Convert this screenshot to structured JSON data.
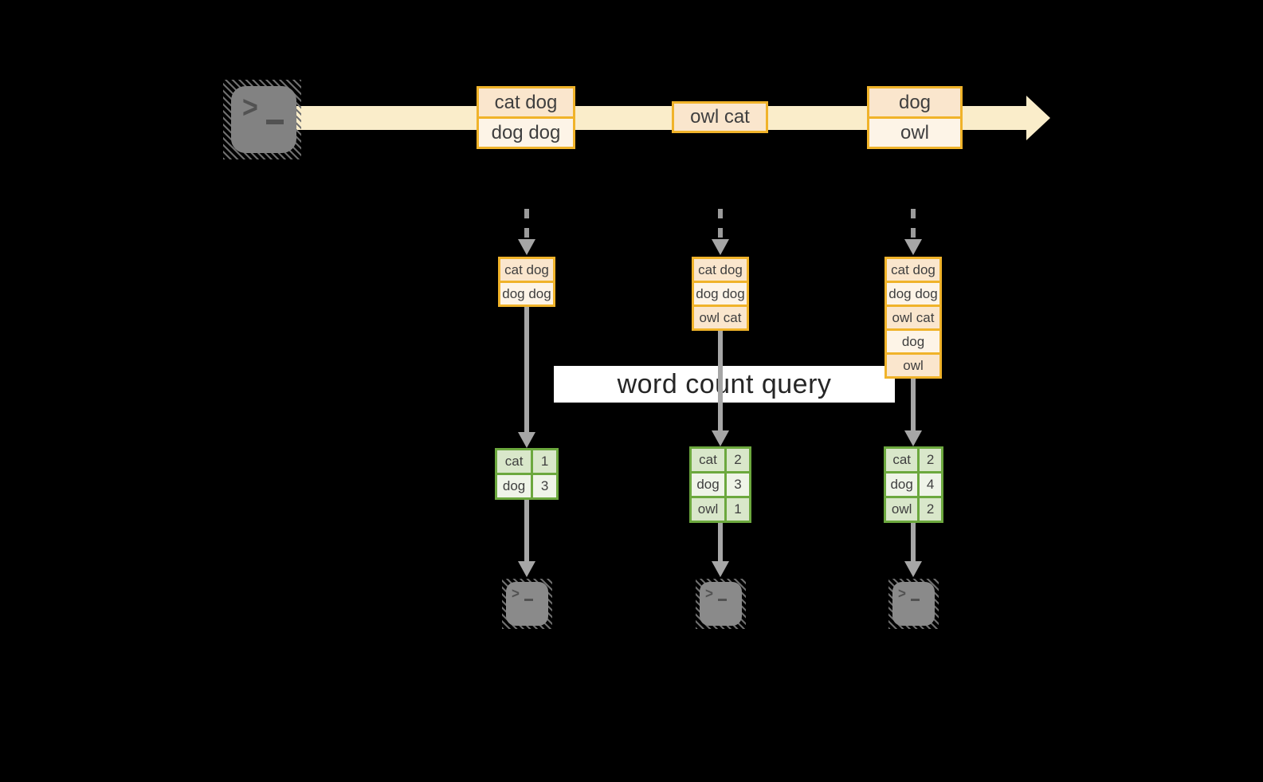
{
  "label": {
    "text": "word count query"
  },
  "stream": {
    "records": [
      {
        "items": [
          "cat dog",
          "dog dog"
        ]
      },
      {
        "items": [
          "owl cat"
        ]
      },
      {
        "items": [
          "dog",
          "owl"
        ]
      }
    ]
  },
  "operators": [
    {
      "state": [
        "cat dog",
        "dog dog"
      ],
      "results": [
        {
          "word": "cat",
          "count": 1
        },
        {
          "word": "dog",
          "count": 3
        }
      ]
    },
    {
      "state": [
        "cat dog",
        "dog dog",
        "owl cat"
      ],
      "results": [
        {
          "word": "cat",
          "count": 2
        },
        {
          "word": "dog",
          "count": 3
        },
        {
          "word": "owl",
          "count": 1
        }
      ]
    },
    {
      "state": [
        "cat dog",
        "dog dog",
        "owl cat",
        "dog",
        "owl"
      ],
      "results": [
        {
          "word": "cat",
          "count": 2
        },
        {
          "word": "dog",
          "count": 4
        },
        {
          "word": "owl",
          "count": 2
        }
      ]
    }
  ],
  "terminal": {
    "prompt_glyph": ">"
  },
  "colors": {
    "stream_band": "#FAEDCA",
    "record_border": "#F0B32A",
    "record_fill_dark": "#FAE6CD",
    "record_fill_light": "#FDF4E7",
    "table_border": "#6CA83E",
    "table_fill_dark": "#D9E7CA",
    "table_fill_light": "#EFF4E8",
    "arrow_gray": "#A6A6A6",
    "label_background": "#FFFFFF",
    "label_text": "#262626"
  }
}
